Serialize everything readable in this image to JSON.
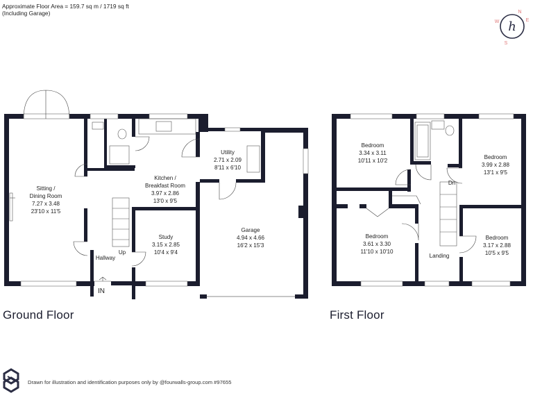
{
  "header": {
    "line1": "Approximate Floor Area = 159.7 sq m / 1719 sq ft",
    "line2": "(Including Garage)"
  },
  "floors": [
    {
      "label": "Ground Floor",
      "rooms": [
        {
          "name1": "Sitting /",
          "name2": "Dining Room",
          "metric": "7.27 x 3.48",
          "imperial": "23'10 x 11'5"
        },
        {
          "name1": "Kitchen /",
          "name2": "Breakfast Room",
          "metric": "3.97 x 2.86",
          "imperial": "13'0 x 9'5"
        },
        {
          "name1": "Utility",
          "name2": "",
          "metric": "2.71 x 2.09",
          "imperial": "8'11 x 6'10"
        },
        {
          "name1": "Study",
          "name2": "",
          "metric": "3.15 x 2.85",
          "imperial": "10'4 x 9'4"
        },
        {
          "name1": "Garage",
          "name2": "",
          "metric": "4.94 x 4.66",
          "imperial": "16'2 x 15'3"
        }
      ],
      "labels": {
        "hallway": "Hallway",
        "up": "Up",
        "entrance": "IN"
      }
    },
    {
      "label": "First Floor",
      "rooms": [
        {
          "name1": "Bedroom",
          "name2": "",
          "metric": "3.34 x 3.11",
          "imperial": "10'11 x 10'2"
        },
        {
          "name1": "Bedroom",
          "name2": "",
          "metric": "3.99 x 2.88",
          "imperial": "13'1 x 9'5"
        },
        {
          "name1": "Bedroom",
          "name2": "",
          "metric": "3.61 x 3.30",
          "imperial": "11'10 x 10'10"
        },
        {
          "name1": "Bedroom",
          "name2": "",
          "metric": "3.17 x 2.88",
          "imperial": "10'5 x 9'5"
        }
      ],
      "labels": {
        "landing": "Landing",
        "down": "Dn"
      }
    }
  ],
  "compass": {
    "n": "N",
    "e": "E",
    "s": "S",
    "w": "W",
    "mark": "h",
    "color": "#2b2d44",
    "accent": "#e07a7a"
  },
  "footer": {
    "text": "Drawn for illustration and identification purposes only by @fourwalls-group.com #97655"
  },
  "colors": {
    "wall": "#1b1d2e"
  }
}
